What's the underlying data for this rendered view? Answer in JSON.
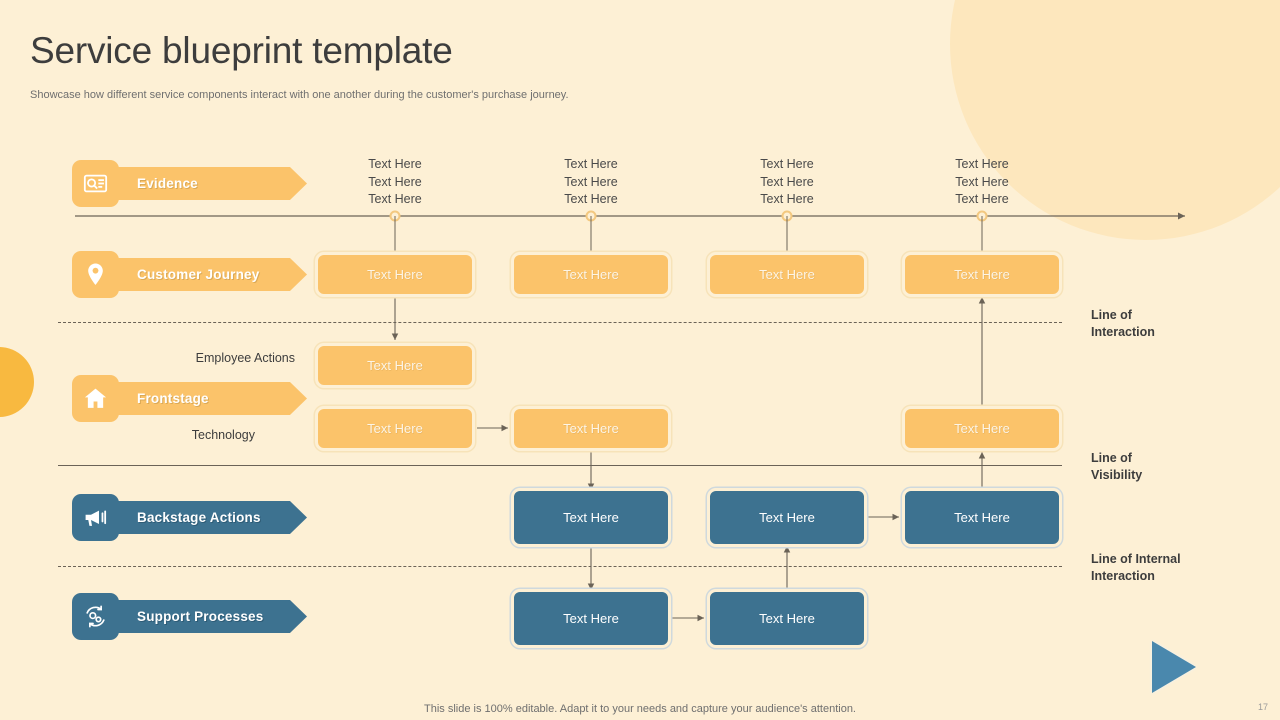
{
  "header": {
    "title": "Service blueprint template",
    "subtitle": "Showcase how different service components interact with one another during the customer's purchase journey."
  },
  "colors": {
    "background": "#fdf0d5",
    "orange": "#fbc36a",
    "orange_accent": "#f8b940",
    "teal": "#3d7290",
    "play_blue": "#4a88ad",
    "line": "#6b6357",
    "title_text": "#3d3d3d",
    "subtitle_text": "#6f6f6f"
  },
  "rows": {
    "evidence": {
      "label": "Evidence",
      "icon": "evidence-document-icon"
    },
    "customer_journey": {
      "label": "Customer Journey",
      "icon": "location-pin-icon"
    },
    "frontstage": {
      "label": "Frontstage",
      "icon": "home-icon",
      "sub_labels": {
        "employee_actions": "Employee Actions",
        "technology": "Technology"
      }
    },
    "backstage": {
      "label": "Backstage Actions",
      "icon": "megaphone-icon"
    },
    "support": {
      "label": "Support Processes",
      "icon": "gears-cycle-icon"
    }
  },
  "separators": [
    {
      "name": "line-of-interaction",
      "label": "Line of\nInteraction",
      "label_line1": "Line of",
      "label_line2": "Interaction",
      "style": "dashed"
    },
    {
      "name": "line-of-visibility",
      "label": "Line of\nVisibility",
      "label_line1": "Line of",
      "label_line2": "Visibility",
      "style": "solid"
    },
    {
      "name": "line-of-internal-interaction",
      "label": "Line of Internal\nInteraction",
      "label_line1": "Line of Internal",
      "label_line2": "Interaction",
      "style": "dashed"
    }
  ],
  "evidence_columns": [
    {
      "lines": [
        "Text Here",
        "Text Here",
        "Text Here"
      ]
    },
    {
      "lines": [
        "Text Here",
        "Text Here",
        "Text Here"
      ]
    },
    {
      "lines": [
        "Text Here",
        "Text Here",
        "Text Here"
      ]
    },
    {
      "lines": [
        "Text Here",
        "Text Here",
        "Text Here"
      ]
    }
  ],
  "nodes": {
    "customer_journey": [
      "Text Here",
      "Text Here",
      "Text Here",
      "Text Here"
    ],
    "employee_actions": [
      "Text Here"
    ],
    "technology": [
      "Text Here",
      "Text Here",
      "Text Here"
    ],
    "backstage": [
      "Text Here",
      "Text Here",
      "Text Here"
    ],
    "support": [
      "Text Here",
      "Text Here"
    ]
  },
  "footer": {
    "note": "This slide is 100% editable. Adapt it to your needs and capture your audience's attention.",
    "page_number": "17"
  }
}
